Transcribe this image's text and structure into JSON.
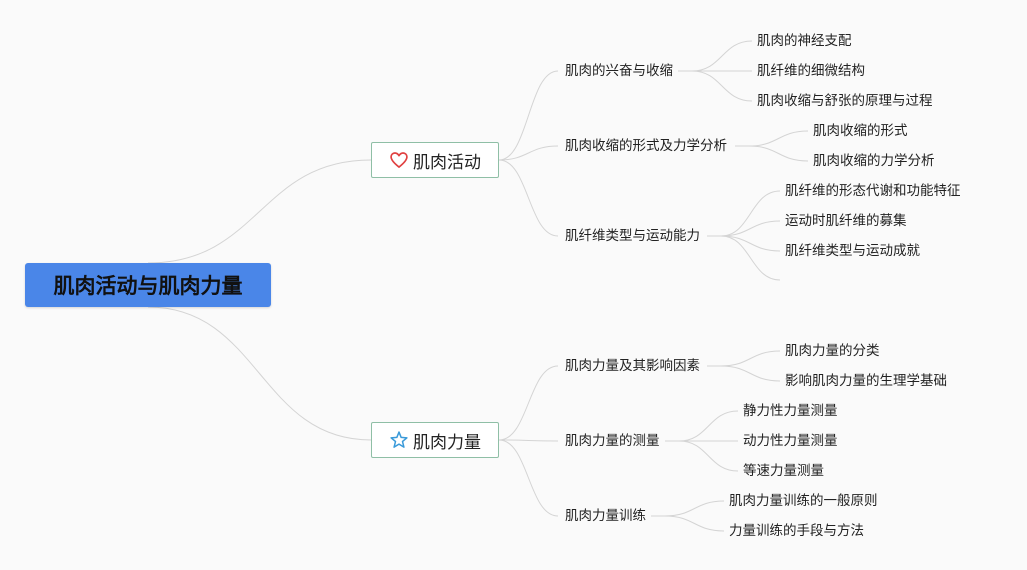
{
  "root": "肌肉活动与肌肉力量",
  "branches": [
    {
      "title": "肌肉活动",
      "icon": "heart-icon",
      "children": [
        {
          "title": "肌肉的兴奋与收缩",
          "children": [
            "肌肉的神经支配",
            "肌纤维的细微结构",
            "肌肉收缩与舒张的原理与过程"
          ]
        },
        {
          "title": "肌肉收缩的形式及力学分析",
          "children": [
            "肌肉收缩的形式",
            "肌肉收缩的力学分析"
          ]
        },
        {
          "title": "肌纤维类型与运动能力",
          "children": [
            "肌纤维的形态代谢和功能特征",
            "运动时肌纤维的募集",
            "肌纤维类型与运动成就",
            ""
          ]
        }
      ]
    },
    {
      "title": "肌肉力量",
      "icon": "star-icon",
      "children": [
        {
          "title": "肌肉力量及其影响因素",
          "children": [
            "肌肉力量的分类",
            "影响肌肉力量的生理学基础"
          ]
        },
        {
          "title": "肌肉力量的测量",
          "children": [
            "静力性力量测量",
            "动力性力量测量",
            "等速力量测量"
          ]
        },
        {
          "title": "肌肉力量训练",
          "children": [
            "肌肉力量训练的一般原则",
            "力量训练的手段与方法"
          ]
        }
      ]
    }
  ],
  "colors": {
    "root_fill": "#4a86e8",
    "main_border": "#8fbfa6",
    "link": "#d4d4d4",
    "heart": "#e04040",
    "star": "#3a9ad9"
  }
}
